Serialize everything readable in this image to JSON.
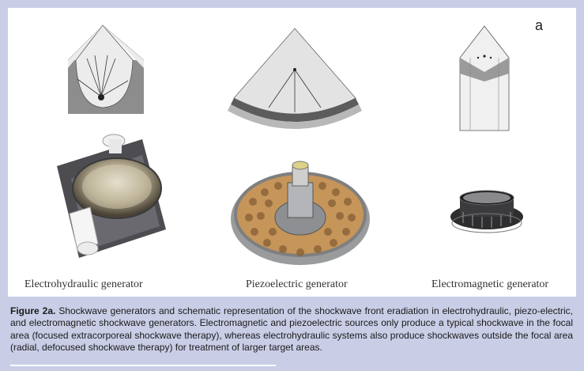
{
  "figure": {
    "panel_letter": "a",
    "generators": [
      {
        "label": "Electrohydraulic generator"
      },
      {
        "label": "Piezoelectric generator"
      },
      {
        "label": "Electromagnetic generator"
      }
    ]
  },
  "caption": {
    "figure_label": "Figure 2a.",
    "text": "Shockwave generators and schematic representation of the shockwave front eradiation in electrohydraulic, piezo-electric, and electromagnetic shockwave generators. Electromagnetic and piezoelectric sources only produce a typical shockwave in the focal area (focused extracorporeal shockwave therapy), whereas electrohydraulic systems also produce shockwaves outside the focal area (radial, defocused shockwave therapy) for treatment of larger target areas."
  },
  "colors": {
    "background": "#c9cde6",
    "panel": "#ffffff"
  }
}
